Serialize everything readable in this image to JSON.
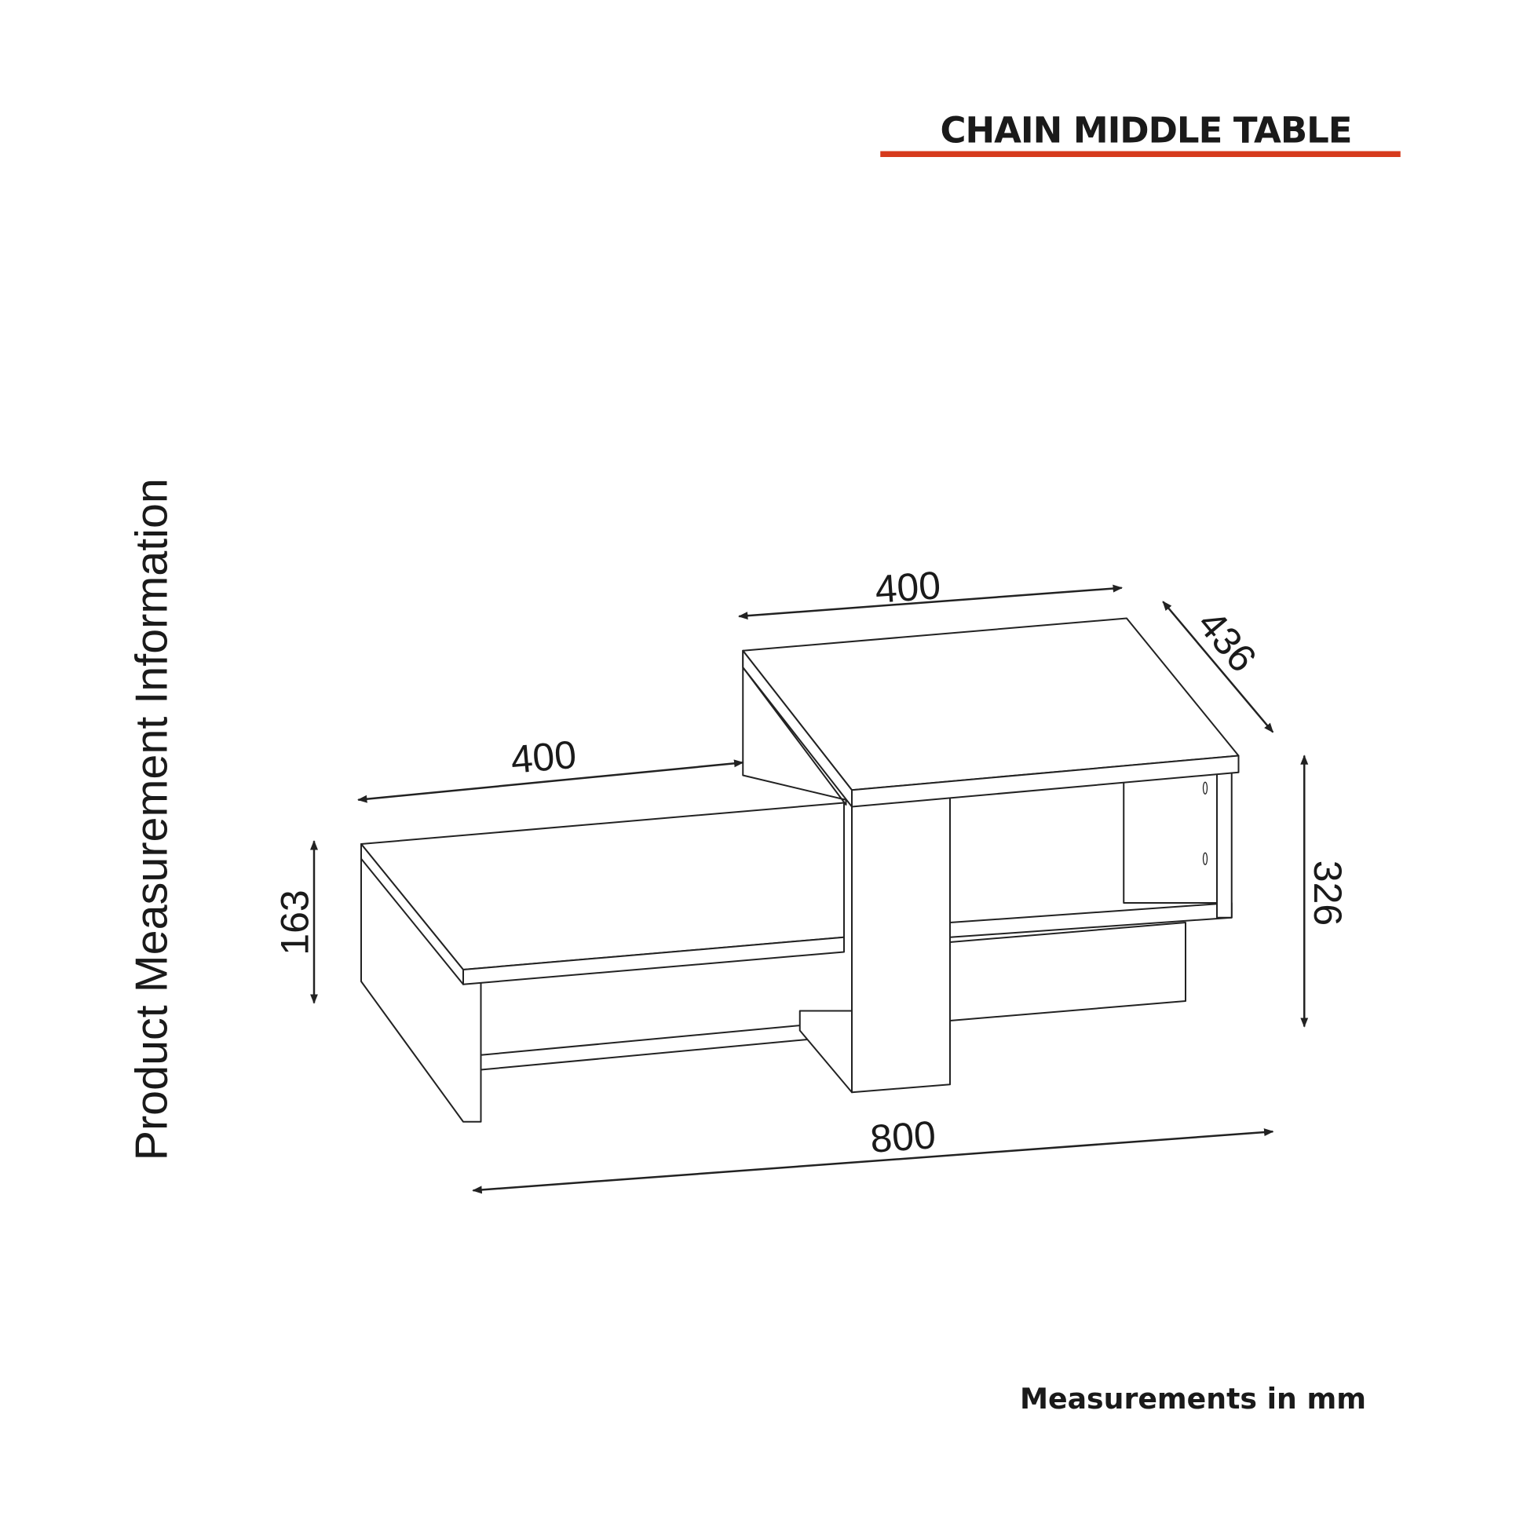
{
  "title": "CHAIN MIDDLE  TABLE",
  "accent_color": "#d63a1c",
  "side_caption": "Product Measurement Information",
  "footer_note": "Measurements in mm",
  "dimensions": {
    "upper_width": "400",
    "lower_width": "400",
    "depth": "436",
    "height_total": "326",
    "height_lower": "163",
    "total_width": "800"
  }
}
